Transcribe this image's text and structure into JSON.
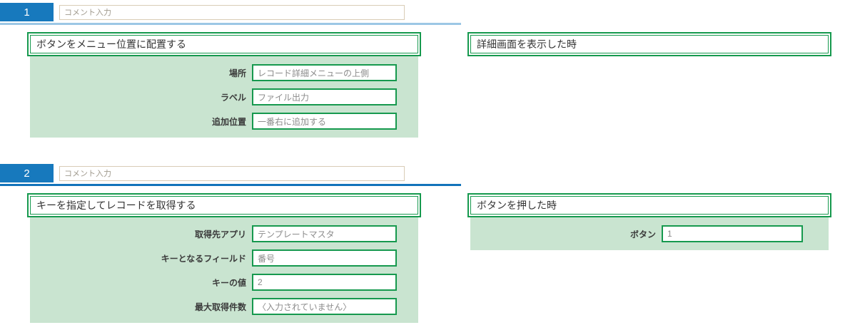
{
  "steps": [
    {
      "number": "1",
      "comment_placeholder": "コメント入力",
      "action": {
        "title": "ボタンをメニュー位置に配置する",
        "fields": [
          {
            "label": "場所",
            "value": "レコード詳細メニューの上側"
          },
          {
            "label": "ラベル",
            "value": "ファイル出力"
          },
          {
            "label": "追加位置",
            "value": "一番右に追加する"
          }
        ]
      },
      "trigger": {
        "title": "詳細画面を表示した時"
      }
    },
    {
      "number": "2",
      "comment_placeholder": "コメント入力",
      "action": {
        "title": "キーを指定してレコードを取得する",
        "fields": [
          {
            "label": "取得先アプリ",
            "value": "テンプレートマスタ"
          },
          {
            "label": "キーとなるフィールド",
            "value": "番号"
          },
          {
            "label": "キーの値",
            "value": "2"
          },
          {
            "label": "最大取得件数",
            "value": "〈入力されていません〉"
          }
        ]
      },
      "trigger": {
        "title": "ボタンを押した時",
        "fields": [
          {
            "label": "ボタン",
            "value": "1"
          }
        ]
      }
    }
  ],
  "colors": {
    "badge_blue": "#1779bd",
    "divider_light_blue": "#9cc7e5",
    "divider_dark_blue": "#1273ba",
    "card_border_green": "#16994e",
    "card_body_green": "#c9e4d0",
    "comment_border_tan": "#d9ccb6",
    "input_text_gray": "#8c8c8c"
  }
}
